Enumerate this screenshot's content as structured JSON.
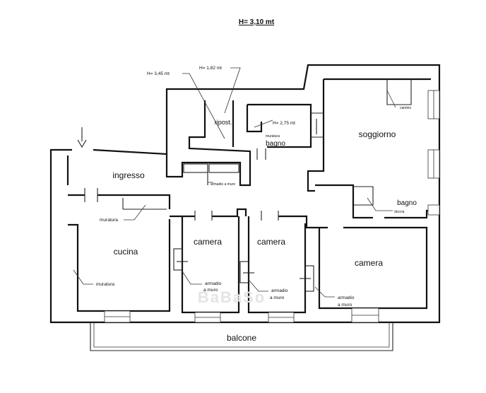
{
  "title": "H= 3,10 mt",
  "height_notes": {
    "h345": "H= 3,45 mt",
    "h182": "H= 1,82 mt",
    "h275": "H= 2,75 mt"
  },
  "rooms": {
    "ingresso": "ingresso",
    "cucina": "cucina",
    "camera1": "camera",
    "camera2": "camera",
    "camera3": "camera",
    "soggiorno": "soggiorno",
    "bagno1": "bagno",
    "bagno2": "bagno",
    "ripost": "ripost.",
    "balcone": "balcone"
  },
  "annotations": {
    "muratura_ingresso": "muratura",
    "muratura_cucina": "muratura",
    "muratura_bagno": "muratura",
    "camino": "camino",
    "doccia": "doccia",
    "armadio_muro_small": "armadio a muro",
    "armadio1_line1": "armadio",
    "armadio1_line2": "a muro",
    "armadio2_line1": "armadio",
    "armadio2_line2": "a muro",
    "armadio3_line1": "armadio",
    "armadio3_line2": "a muro"
  }
}
